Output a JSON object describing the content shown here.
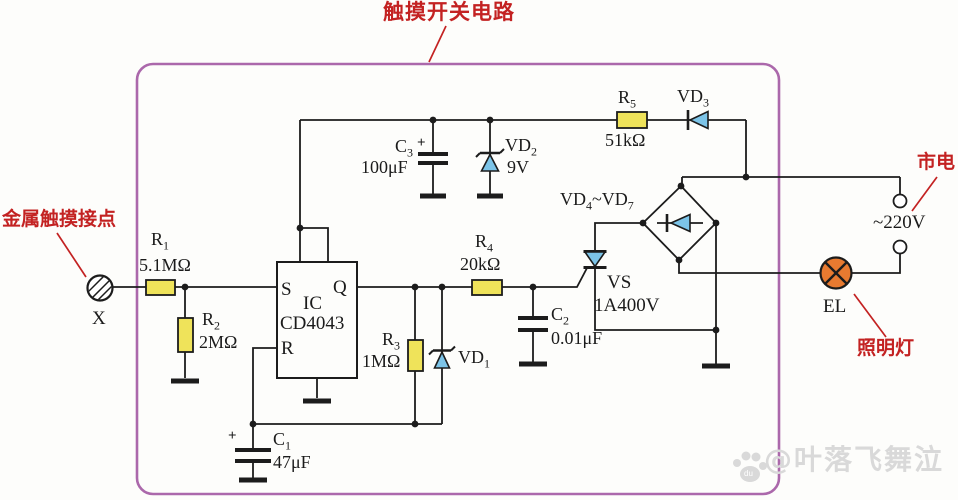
{
  "title": "触摸开关电路",
  "annotations": {
    "touch_point": "金属触摸接点",
    "mains": "市电",
    "mains_voltage": "~220V",
    "lamp": "照明灯"
  },
  "components": {
    "x_contact": {
      "ref": "X"
    },
    "r1": {
      "ref_base": "R",
      "ref_sub": "1",
      "value": "5.1MΩ"
    },
    "r2": {
      "ref_base": "R",
      "ref_sub": "2",
      "value": "2MΩ"
    },
    "r3": {
      "ref_base": "R",
      "ref_sub": "3",
      "value": "1MΩ"
    },
    "r4": {
      "ref_base": "R",
      "ref_sub": "4",
      "value": "20kΩ"
    },
    "r5": {
      "ref_base": "R",
      "ref_sub": "5",
      "value": "51kΩ"
    },
    "c1": {
      "ref_base": "C",
      "ref_sub": "1",
      "value": "47μF",
      "polarity": "+"
    },
    "c2": {
      "ref_base": "C",
      "ref_sub": "2",
      "value": "0.01μF"
    },
    "c3": {
      "ref_base": "C",
      "ref_sub": "3",
      "value": "100μF",
      "polarity": "+"
    },
    "vd1": {
      "ref_base": "VD",
      "ref_sub": "1"
    },
    "vd2": {
      "ref_base": "VD",
      "ref_sub": "2",
      "value": "9V"
    },
    "vd3": {
      "ref_base": "VD",
      "ref_sub": "3"
    },
    "bridge": {
      "b1": "VD",
      "s1": "4",
      "mid": "~VD",
      "s2": "7"
    },
    "ic": {
      "name": "IC",
      "part": "CD4043",
      "pin_s": "S",
      "pin_q": "Q",
      "pin_r": "R"
    },
    "vs": {
      "ref": "VS",
      "value": "1A400V"
    },
    "lamp": {
      "ref": "EL"
    }
  },
  "watermark": {
    "paw_text": "du",
    "handle": "@叶落飞舞泣"
  },
  "colors": {
    "border": "#ab68ab",
    "annotation": "#c32222",
    "wire": "#1c1c1c",
    "resistor_fill": "#efe35a",
    "diode_fill": "#7cc4e8",
    "lamp_fill": "#e87a30",
    "watermark": "#d9d9d9"
  }
}
